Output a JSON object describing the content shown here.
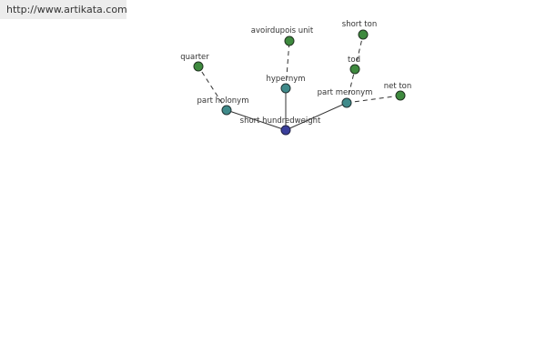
{
  "watermark": {
    "url": "http://www.artikata.com"
  },
  "colors": {
    "center_node": "#3a3f9b",
    "relation_node": "#3f8a8a",
    "term_node": "#3e8a3e",
    "node_outline": "#223322",
    "edge": "#333333"
  },
  "graph": {
    "center": {
      "label": "short hundredweight"
    },
    "relations": {
      "hyperonym": {
        "label": "hypernym"
      },
      "holonym": {
        "label": "part holonym"
      },
      "meronym": {
        "label": "part meronym"
      }
    },
    "terms": {
      "avoirdupois": {
        "label": "avoirdupois unit"
      },
      "quarter": {
        "label": "quarter"
      },
      "short_ton": {
        "label": "short ton"
      },
      "tod": {
        "label": "tod"
      },
      "net_ton": {
        "label": "net ton"
      }
    }
  }
}
